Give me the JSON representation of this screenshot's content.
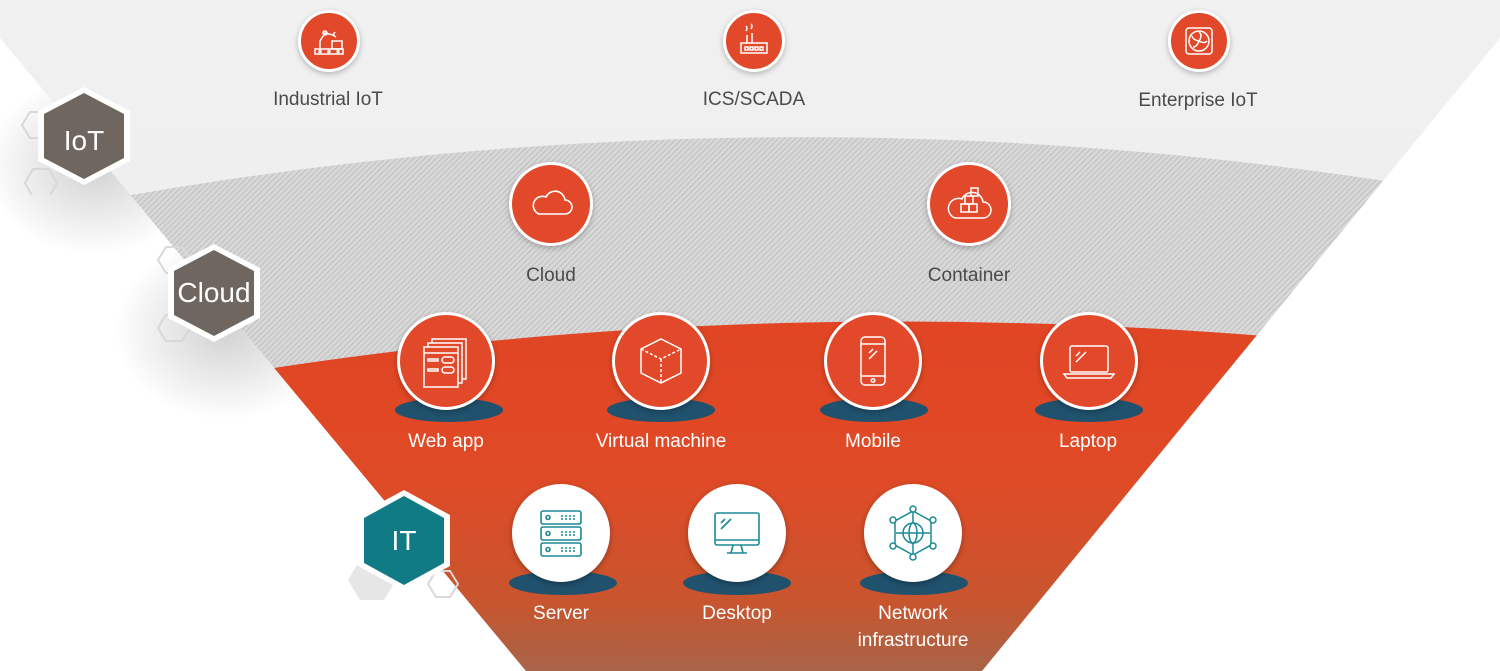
{
  "layers": {
    "iot": {
      "label": "IoT",
      "color": "#6e665f"
    },
    "cloud": {
      "label": "Cloud",
      "color": "#6e665f"
    },
    "it": {
      "label": "IT",
      "color": "#107b85"
    }
  },
  "colors": {
    "accent_orange": "#e2492a",
    "it_teal": "#1b8a95",
    "shadow_navy": "#20516d",
    "label_gray": "#4a4a4a"
  },
  "iot_items": [
    {
      "label": "Industrial IoT",
      "icon": "robot-arm-icon"
    },
    {
      "label": "ICS/SCADA",
      "icon": "factory-icon"
    },
    {
      "label": "Enterprise IoT",
      "icon": "fan-icon"
    }
  ],
  "cloud_items": [
    {
      "label": "Cloud",
      "icon": "cloud-icon"
    },
    {
      "label": "Container",
      "icon": "container-icon"
    }
  ],
  "endpoint_items": [
    {
      "label": "Web app",
      "icon": "web-app-icon"
    },
    {
      "label": "Virtual machine",
      "icon": "cube-icon"
    },
    {
      "label": "Mobile",
      "icon": "mobile-icon"
    },
    {
      "label": "Laptop",
      "icon": "laptop-icon"
    }
  ],
  "it_items": [
    {
      "label": "Server",
      "icon": "server-icon"
    },
    {
      "label": "Desktop",
      "icon": "desktop-icon"
    },
    {
      "label_line1": "Network",
      "label_line2": "infrastructure",
      "icon": "network-icon"
    }
  ]
}
